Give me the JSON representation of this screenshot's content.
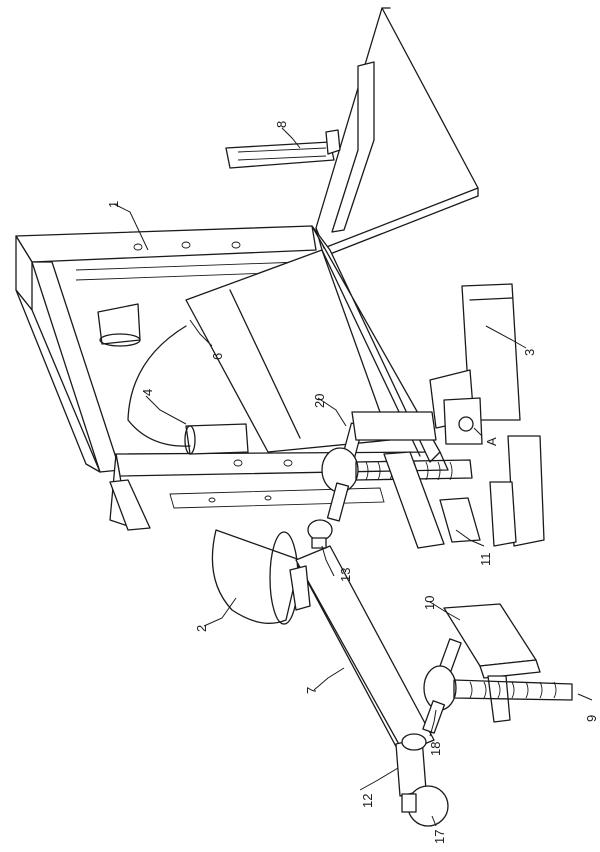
{
  "labels": {
    "l1": "1",
    "l2": "2",
    "l3": "3",
    "l4": "4",
    "l6": "6",
    "l7": "7",
    "l8": "8",
    "l9": "9",
    "l10": "10",
    "l11": "11",
    "l12": "12",
    "l13": "13",
    "l17": "17",
    "l18": "18",
    "l20": "20",
    "lA": "A"
  },
  "colors": {
    "line": "#1a1a1a",
    "background": "#ffffff"
  }
}
